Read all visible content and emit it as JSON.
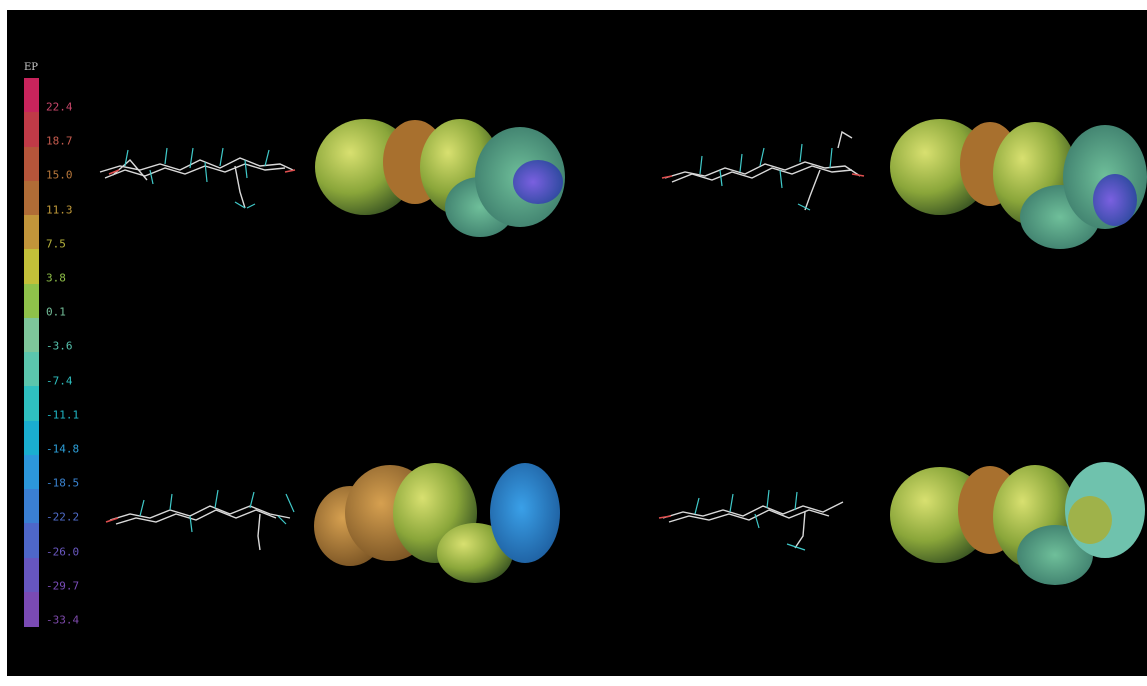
{
  "legend": {
    "title": "EP",
    "ticks": [
      "22.4",
      "18.7",
      "15.0",
      "11.3",
      "7.5",
      "3.8",
      "0.1",
      "-3.6",
      "-7.4",
      "-11.1",
      "-14.8",
      "-18.5",
      "-22.2",
      "-26.0",
      "-29.7",
      "-33.4"
    ],
    "tick_colors": [
      "#c8466a",
      "#c65b4e",
      "#b9783b",
      "#c29b3a",
      "#b7b43c",
      "#8fbf48",
      "#74c09a",
      "#56c3ae",
      "#2fbfbf",
      "#1fb7c6",
      "#2d9fd8",
      "#3a84d2",
      "#4f6cc9",
      "#6a58c0",
      "#7a4db8",
      "#7e4aac"
    ],
    "bar_colors": [
      "#c8245c",
      "#c03a47",
      "#b5553a",
      "#b06c36",
      "#c2953a",
      "#c3c039",
      "#8fc24a",
      "#7ec69a",
      "#5bc6ad",
      "#2fc0c0",
      "#1aaed0",
      "#2c97db",
      "#3a7fd3",
      "#4e67c9",
      "#6656c0",
      "#7a4ab4"
    ]
  },
  "panels": [
    {
      "name": "top-left",
      "surface_main": "#8aa63a",
      "surface_accent": "#4d63c4"
    },
    {
      "name": "top-right",
      "surface_main": "#8aa63a",
      "surface_accent": "#4d63c4"
    },
    {
      "name": "bottom-left",
      "surface_main": "#8aa63a",
      "surface_accent": "#3a84d2"
    },
    {
      "name": "bottom-right",
      "surface_main": "#8aa63a",
      "surface_accent": "#5bc6ad"
    }
  ]
}
